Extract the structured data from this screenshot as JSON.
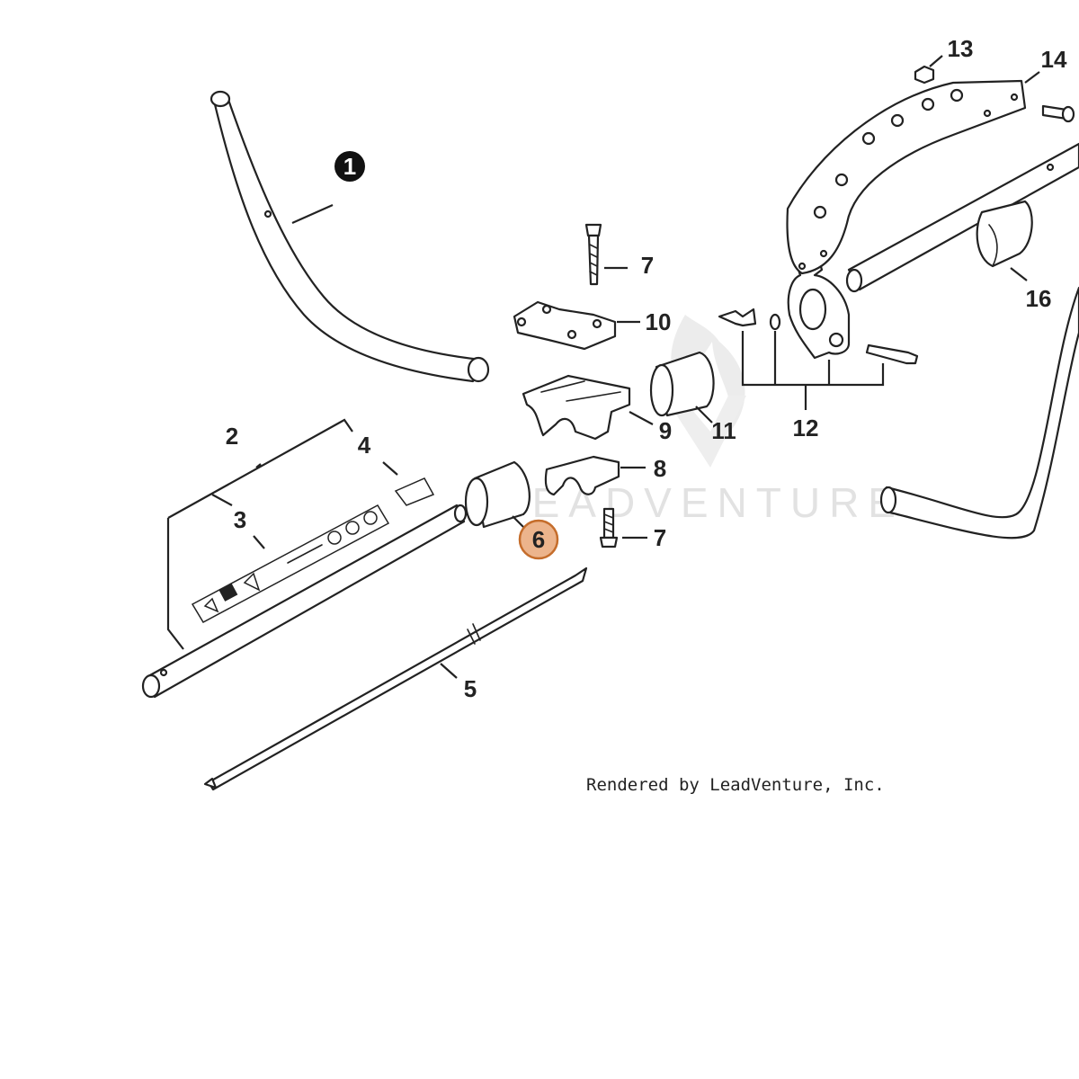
{
  "diagram": {
    "watermark": "LEADVENTURE",
    "credit": "Rendered by LeadVenture, Inc.",
    "highlight_color": "#ecb48c",
    "highlight_border": "#c56d2b",
    "callouts": [
      {
        "id": "1",
        "style": "filled-black"
      },
      {
        "id": "2"
      },
      {
        "id": "3"
      },
      {
        "id": "4"
      },
      {
        "id": "5"
      },
      {
        "id": "6",
        "style": "highlighted"
      },
      {
        "id": "7"
      },
      {
        "id": "7"
      },
      {
        "id": "8"
      },
      {
        "id": "9"
      },
      {
        "id": "10"
      },
      {
        "id": "11"
      },
      {
        "id": "12"
      },
      {
        "id": "13"
      },
      {
        "id": "14"
      },
      {
        "id": "16"
      }
    ]
  }
}
